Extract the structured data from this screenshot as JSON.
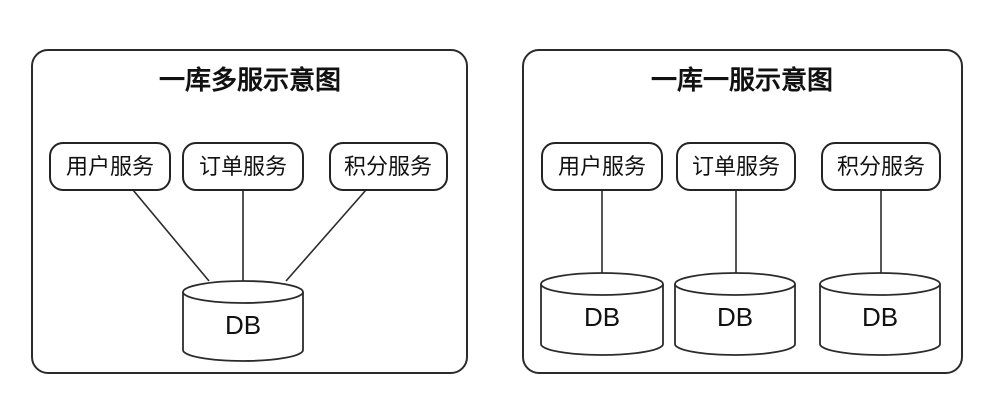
{
  "diagram": {
    "colors": {
      "stroke": "#2b2b2b",
      "text": "#111111",
      "background": "#ffffff"
    },
    "panels": [
      {
        "title": "一库多服示意图",
        "services": [
          "用户服务",
          "订单服务",
          "积分服务"
        ],
        "databases": [
          "DB"
        ]
      },
      {
        "title": "一库一服示意图",
        "services": [
          "用户服务",
          "订单服务",
          "积分服务"
        ],
        "databases": [
          "DB",
          "DB",
          "DB"
        ]
      }
    ]
  }
}
